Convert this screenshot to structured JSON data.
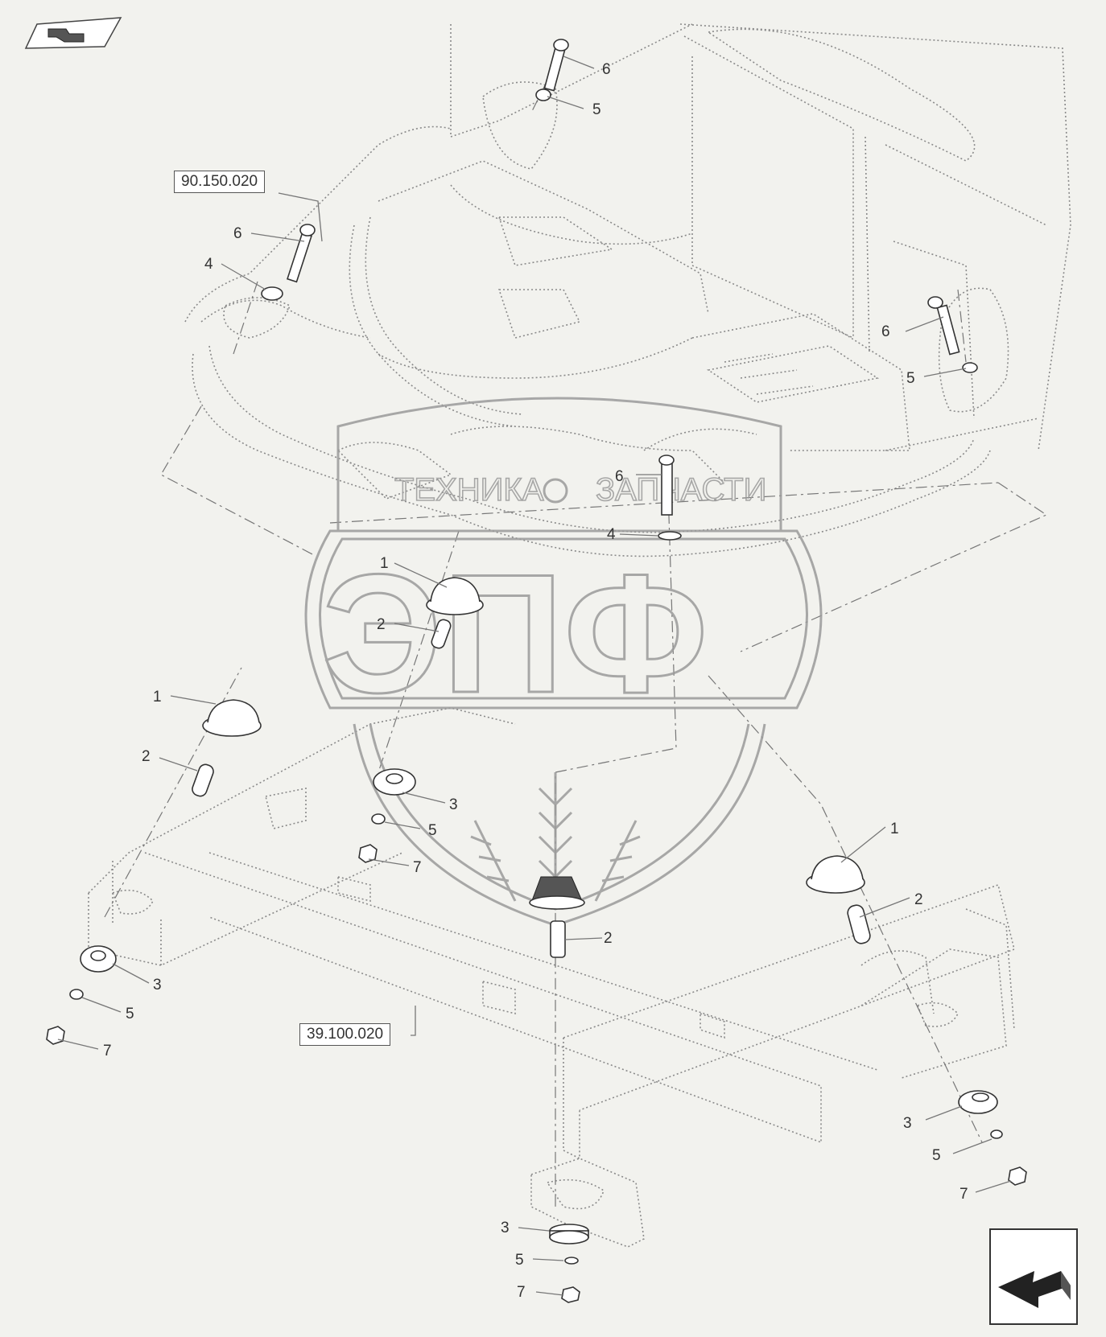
{
  "references": {
    "cab_ref": "90.150.020",
    "frame_ref": "39.100.020"
  },
  "watermark": {
    "top_text_left": "ТЕХНИКА",
    "top_text_right": "ЗАПЧАСТИ",
    "big_letters": "ЭПФ"
  },
  "callouts": [
    {
      "n": "6"
    },
    {
      "n": "5"
    },
    {
      "n": "6"
    },
    {
      "n": "4"
    },
    {
      "n": "6"
    },
    {
      "n": "5"
    },
    {
      "n": "6"
    },
    {
      "n": "4"
    },
    {
      "n": "1"
    },
    {
      "n": "2"
    },
    {
      "n": "1"
    },
    {
      "n": "2"
    },
    {
      "n": "3"
    },
    {
      "n": "5"
    },
    {
      "n": "7"
    },
    {
      "n": "1"
    },
    {
      "n": "2"
    },
    {
      "n": "2"
    },
    {
      "n": "3"
    },
    {
      "n": "5"
    },
    {
      "n": "7"
    },
    {
      "n": "3"
    },
    {
      "n": "5"
    },
    {
      "n": "7"
    },
    {
      "n": "3"
    },
    {
      "n": "5"
    },
    {
      "n": "7"
    }
  ],
  "icons": {
    "top_left": "previous-page-arrow-icon",
    "bottom_right": "next-page-arrow-icon"
  },
  "colors": {
    "background": "#f2f2ee",
    "line": "#777777",
    "watermark": "#9a9a9a"
  }
}
